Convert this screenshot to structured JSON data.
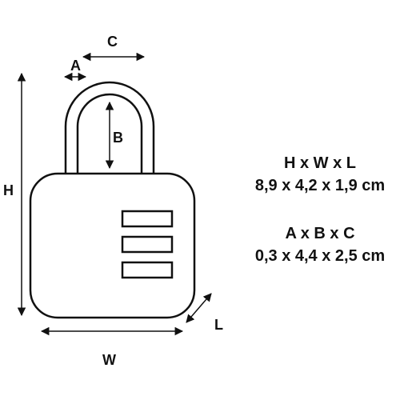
{
  "labels": {
    "a": "A",
    "b": "B",
    "c": "C",
    "h": "H",
    "w": "W",
    "l": "L"
  },
  "specs": [
    {
      "formula": "H x W x L",
      "value": "8,9 x 4,2 x 1,9 cm"
    },
    {
      "formula": "A x B x C",
      "value": "0,3 x 4,4 x 2,5 cm"
    }
  ],
  "colors": {
    "line": "#111111",
    "background": "#ffffff"
  }
}
